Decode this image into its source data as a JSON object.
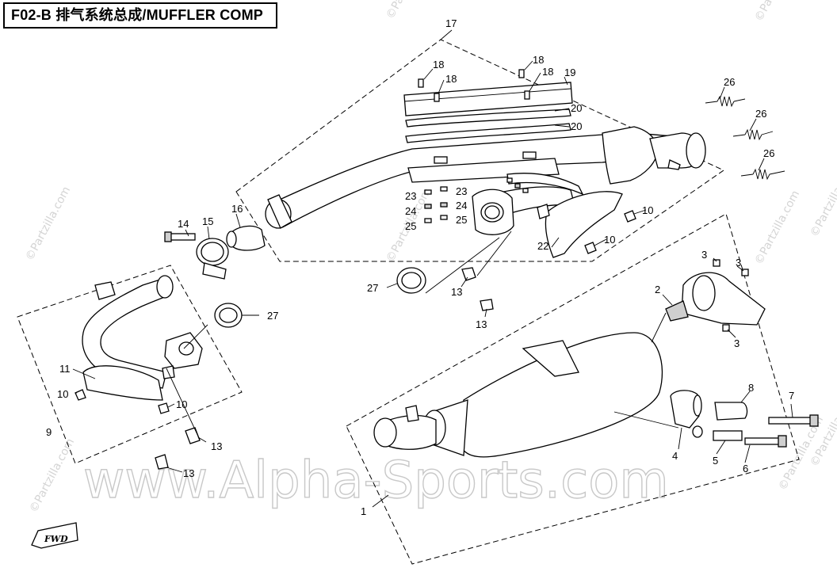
{
  "title": "F02-B 排气系统总成/MUFFLER COMP",
  "watermarks": {
    "main": "www.Alpha-Sports.com",
    "small": "©Partzilla.com"
  },
  "fwd_label": "FWD",
  "callouts": {
    "c1": "1",
    "c2": "2",
    "c3a": "3",
    "c3b": "3",
    "c3c": "3",
    "c4": "4",
    "c5": "5",
    "c6": "6",
    "c7": "7",
    "c8": "8",
    "c9": "9",
    "c10a": "10",
    "c10b": "10",
    "c10c": "10",
    "c10d": "10",
    "c11": "11",
    "c13a": "13",
    "c13b": "13",
    "c13c": "13",
    "c13d": "13",
    "c14": "14",
    "c15": "15",
    "c16": "16",
    "c17": "17",
    "c18a": "18",
    "c18b": "18",
    "c18c": "18",
    "c18d": "18",
    "c19": "19",
    "c20a": "20",
    "c20b": "20",
    "c22": "22",
    "c23a": "23",
    "c23b": "23",
    "c24a": "24",
    "c24b": "24",
    "c25a": "25",
    "c25b": "25",
    "c26a": "26",
    "c26b": "26",
    "c26c": "26",
    "c27a": "27",
    "c27b": "27"
  },
  "colors": {
    "line": "#000000",
    "watermark": "#c8c8c8",
    "shade": "#cfcfcf"
  }
}
